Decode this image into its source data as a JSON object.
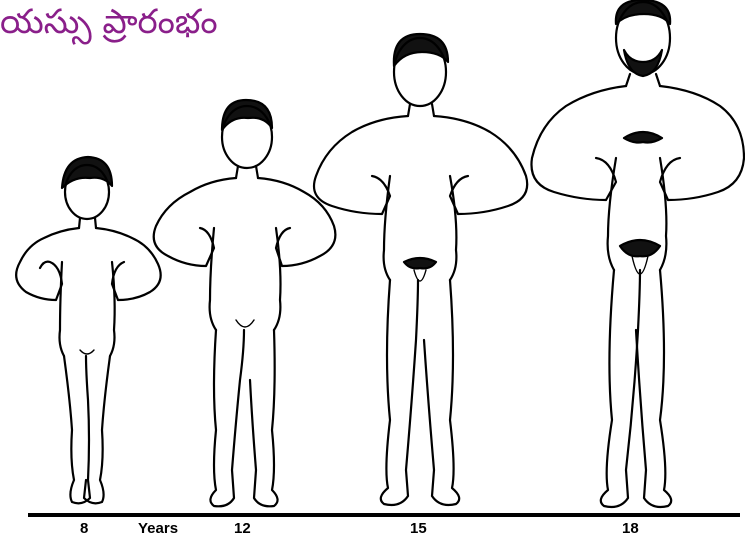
{
  "title": "యస్సు ప్రారంభం",
  "title_color": "#8a1f8a",
  "axis": {
    "unit_label": "Years",
    "ages": [
      "8",
      "12",
      "15",
      "18"
    ]
  },
  "figures": [
    {
      "age": "8"
    },
    {
      "age": "12"
    },
    {
      "age": "15"
    },
    {
      "age": "18"
    }
  ]
}
